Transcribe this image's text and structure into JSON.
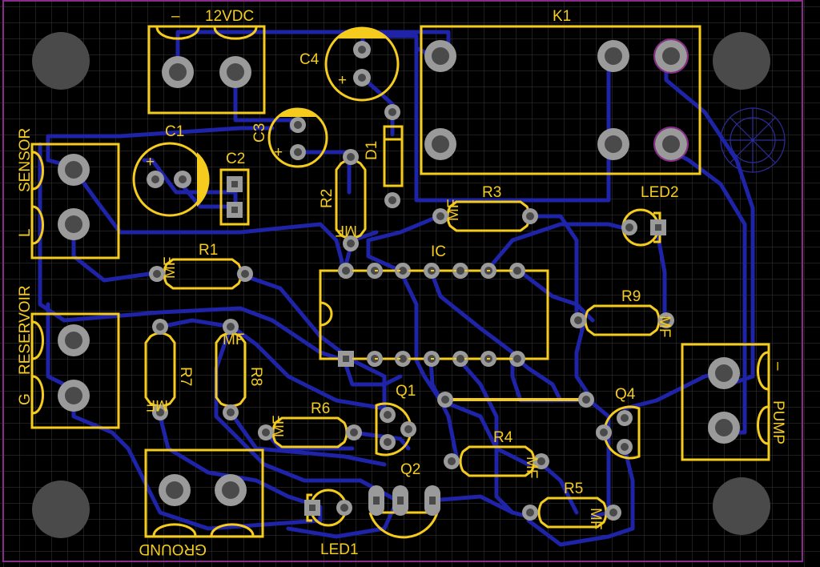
{
  "labels": {
    "minus_top": "–",
    "power": "12VDC",
    "k1": "K1",
    "c4": "C4",
    "c3": "C3",
    "c1": "C1",
    "c2": "C2",
    "d1": "D1",
    "r2": "R2",
    "r3": "R3",
    "led2": "LED2",
    "sensor": "SENSOR",
    "l": "L",
    "r1": "R1",
    "ic": "IC",
    "r9": "R9",
    "reservoir": "RESERVOIR",
    "g": "G",
    "r7": "R7",
    "r8": "R8",
    "r6": "R6",
    "q1": "Q1",
    "q4": "Q4",
    "r4": "R4",
    "q2": "Q2",
    "r5": "R5",
    "minus_right": "–",
    "pump": "PUMP",
    "ground": "GROUND",
    "led1": "LED1",
    "mf": "MF",
    "plus": "+"
  },
  "colors": {
    "background": "#000000",
    "grid": "#3a3a3a",
    "silkscreen": "#f5cc1e",
    "trace": "#1e23a8",
    "outline": "#8a2a8a",
    "pad": "#9a9a9a",
    "mounting_hole": "#4a4a4a"
  }
}
